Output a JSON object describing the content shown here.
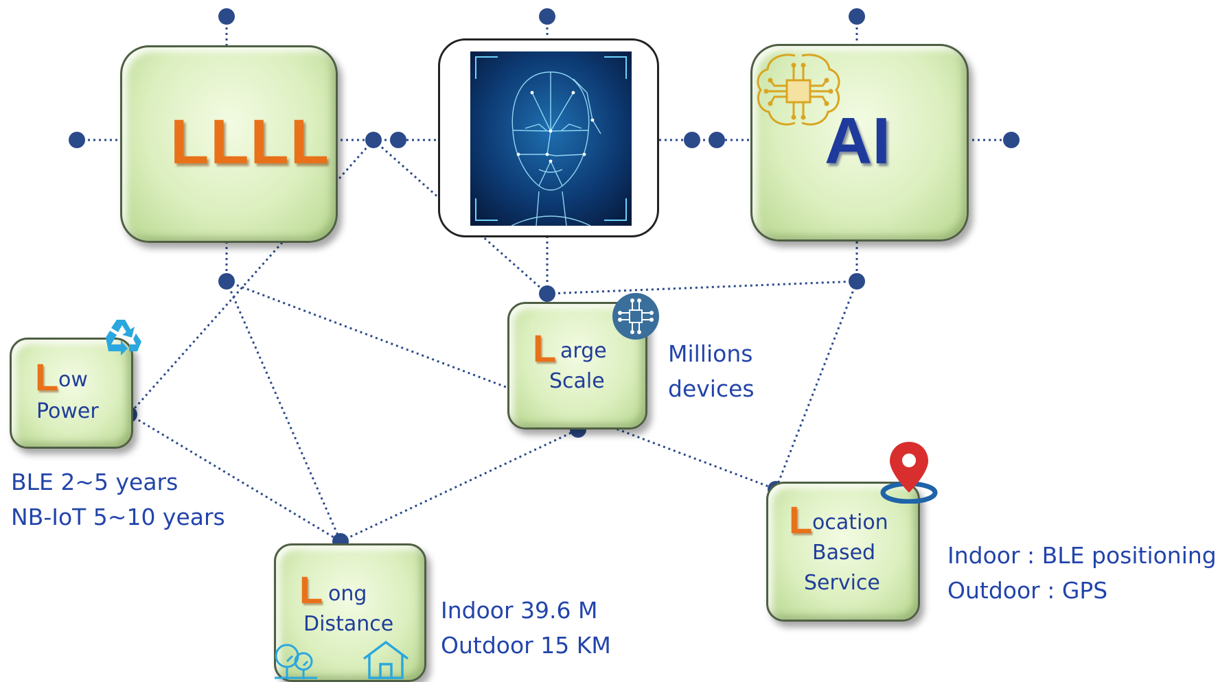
{
  "boxes": {
    "llll": {
      "title": "LLLL"
    },
    "ai": {
      "title": "AI"
    },
    "low_power": {
      "letter": "L",
      "line1": "ow",
      "line2": "Power"
    },
    "large_scale": {
      "letter": "L",
      "line1": "arge",
      "line2": "Scale"
    },
    "long_distance": {
      "letter": "L",
      "line1": "ong",
      "line2": "Distance"
    },
    "location": {
      "letter": "L",
      "line1": "ocation",
      "line2": "Based",
      "line3": "Service"
    }
  },
  "notes": {
    "low_power": [
      "BLE  2~5 years",
      "NB-IoT 5~10 years"
    ],
    "large_scale": [
      "Millions",
      "devices"
    ],
    "long_distance": [
      "Indoor 39.6 M",
      "Outdoor 15 KM"
    ],
    "location": [
      "Indoor : BLE positioning",
      "Outdoor : GPS"
    ]
  },
  "icons": {
    "recycle": "recycle-icon",
    "chip_brain": "brain-chip-icon",
    "network_chip": "network-chip-icon",
    "map_pin": "map-pin-icon",
    "tree": "tree-icon",
    "house": "house-icon",
    "face": "face-scan-image"
  },
  "colors": {
    "accent_orange": "#e8711a",
    "text_blue": "#2244aa",
    "node_blue": "#2b4a8a",
    "box_green": "#dcefbf"
  }
}
